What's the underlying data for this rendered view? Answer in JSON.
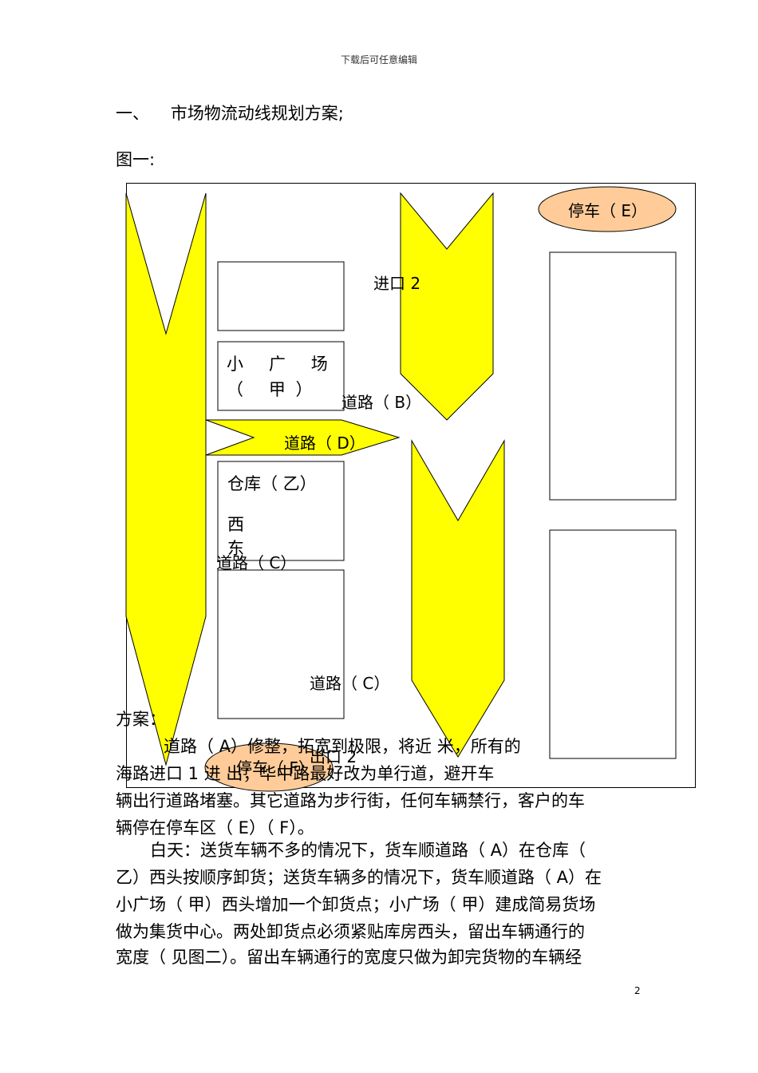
{
  "header": {
    "text": "下载后可任意编辑"
  },
  "section": {
    "title": "一、    市场物流动线规划方案;"
  },
  "figure": {
    "label": "图一:",
    "labels": {
      "parking_e": "停车（ E）",
      "parking_f": "停车（ F）",
      "entrance_2": "进口 2",
      "exit_2": "出口 2",
      "plaza": "小 广 场 （ 甲）",
      "road_b": "道路（ B）",
      "road_d": "道路（ D）",
      "road_c_upper": "道路（ C）",
      "road_c_lower": "道路（ C）",
      "warehouse": "仓库（ 乙）",
      "west_end": "西  东"
    },
    "colors": {
      "arrow_fill": "#FFFF00",
      "oval_fill": "#FFCC99"
    }
  },
  "plan": {
    "heading": "方案：",
    "line1": "道路（ A）修整，拓宽到极限，将近 米，所有的",
    "line2": "海路进口 1 进 出；华中路最好改为单行道，避开车",
    "line3": "辆出行道路堵塞。其它道路为步行街，任何车辆禁行，客户的车",
    "line4": "辆停在停车区（ E）（ F）。",
    "line5": "白天：送货车辆不多的情况下，货车顺道路（ A）在仓库（",
    "line6": "乙）西头按顺序卸货；送货车辆多的情况下，货车顺道路（ A）在",
    "line7": "小广场（ 甲）西头增加一个卸货点；小广场（ 甲）建成简易货场",
    "line8": "做为集货中心。两处卸货点必须紧贴库房西头，留出车辆通行的",
    "line9": "宽度（ 见图二）。留出车辆通行的宽度只做为卸完货物的车辆经"
  },
  "footer": {
    "page": "2"
  }
}
